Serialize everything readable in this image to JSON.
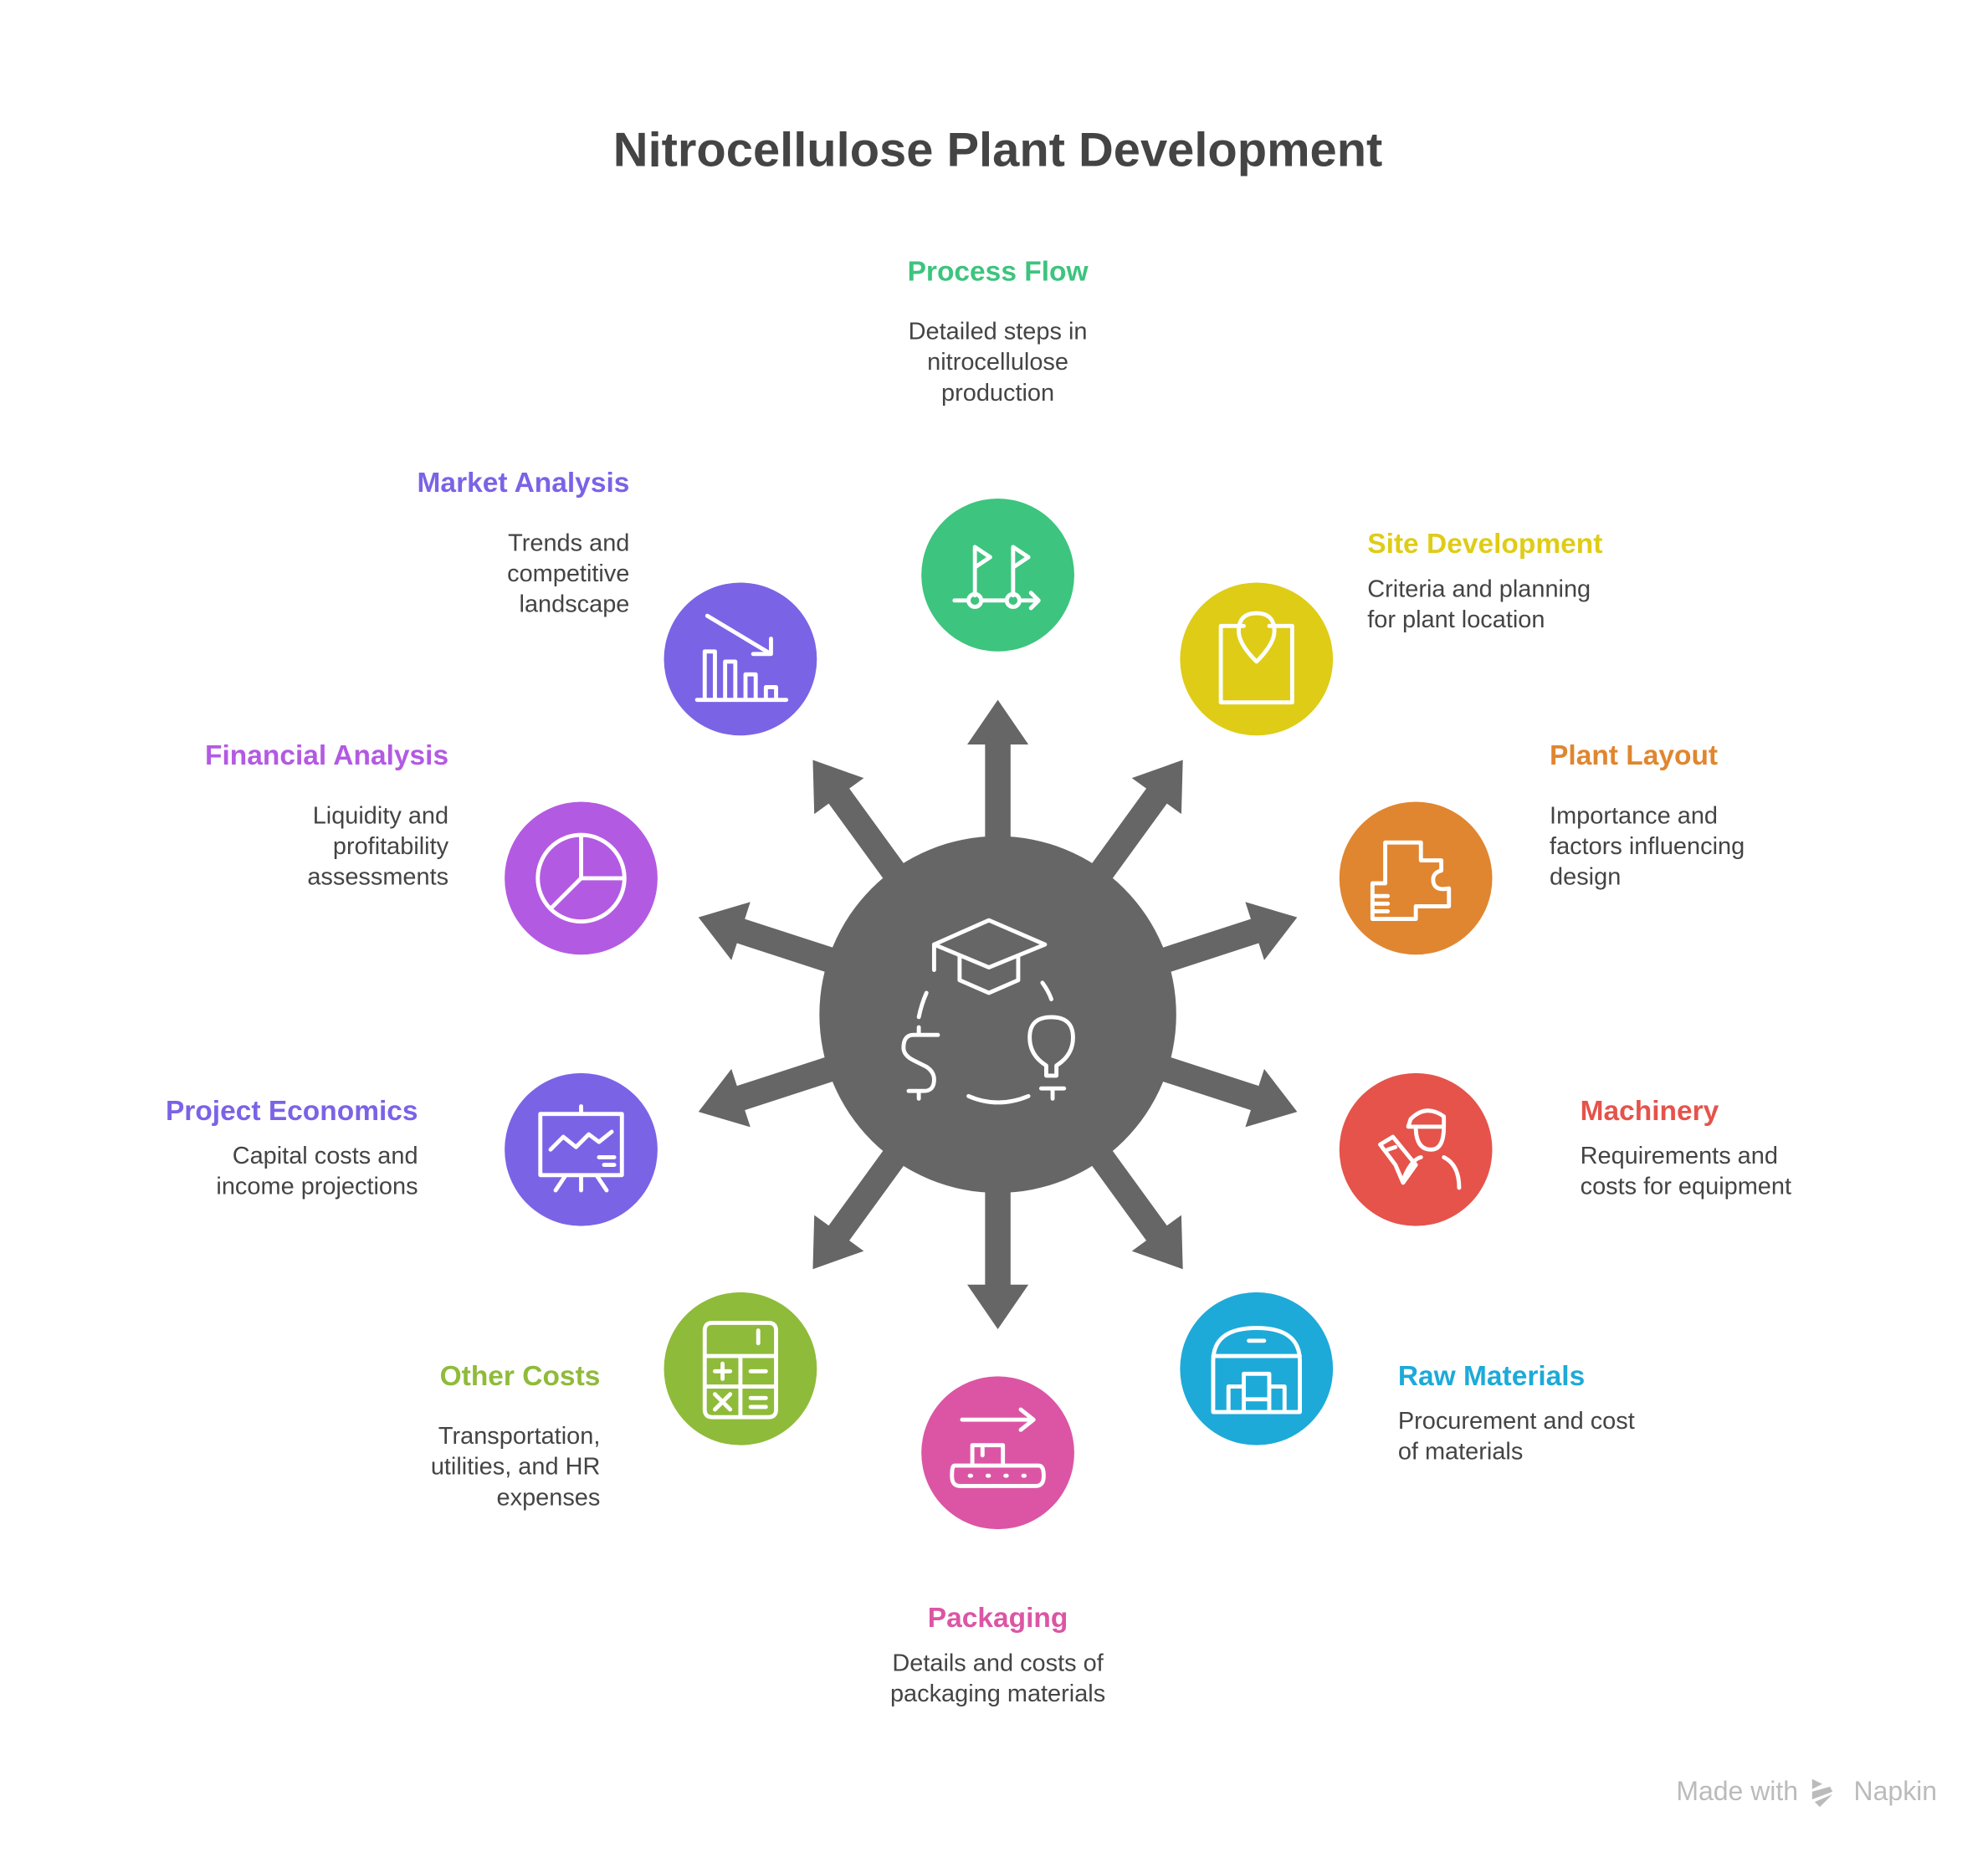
{
  "title": "Nitrocellulose Plant Development",
  "center": {
    "icon": "education-finance-idea-icon",
    "color": "#666666"
  },
  "nodes": [
    {
      "id": "process-flow",
      "title": "Process Flow",
      "desc": [
        "Detailed steps in",
        "nitrocellulose",
        "production"
      ],
      "color": "#3dc47e",
      "icon": "flags-path-icon"
    },
    {
      "id": "site-development",
      "title": "Site Development",
      "desc": [
        "Criteria and planning",
        "for plant location"
      ],
      "color": "#dfcc16",
      "icon": "map-pin-icon"
    },
    {
      "id": "plant-layout",
      "title": "Plant Layout",
      "desc": [
        "Importance and",
        "factors influencing",
        "design"
      ],
      "color": "#e08630",
      "icon": "floor-plan-icon"
    },
    {
      "id": "machinery",
      "title": "Machinery",
      "desc": [
        "Requirements and",
        "costs for equipment"
      ],
      "color": "#e5534b",
      "icon": "worker-icon"
    },
    {
      "id": "raw-materials",
      "title": "Raw Materials",
      "desc": [
        "Procurement and cost",
        "of materials"
      ],
      "color": "#1daad9",
      "icon": "warehouse-icon"
    },
    {
      "id": "packaging",
      "title": "Packaging",
      "desc": [
        "Details and costs of",
        "packaging materials"
      ],
      "color": "#dc55a5",
      "icon": "conveyor-icon"
    },
    {
      "id": "other-costs",
      "title": "Other Costs",
      "desc": [
        "Transportation,",
        "utilities, and HR",
        "expenses"
      ],
      "color": "#8fbb3a",
      "icon": "calculator-icon"
    },
    {
      "id": "project-economics",
      "title": "Project Economics",
      "desc": [
        "Capital costs and",
        "income projections"
      ],
      "color": "#7b63e6",
      "icon": "presentation-chart-icon"
    },
    {
      "id": "financial-analysis",
      "title": "Financial Analysis",
      "desc": [
        "Liquidity and",
        "profitability",
        "assessments"
      ],
      "color": "#b35ae2",
      "icon": "pie-chart-icon"
    },
    {
      "id": "market-analysis",
      "title": "Market Analysis",
      "desc": [
        "Trends and",
        "competitive",
        "landscape"
      ],
      "color": "#7b63e6",
      "icon": "declining-bar-chart-icon"
    }
  ],
  "footer": {
    "made_with": "Made with",
    "brand": "Napkin"
  }
}
